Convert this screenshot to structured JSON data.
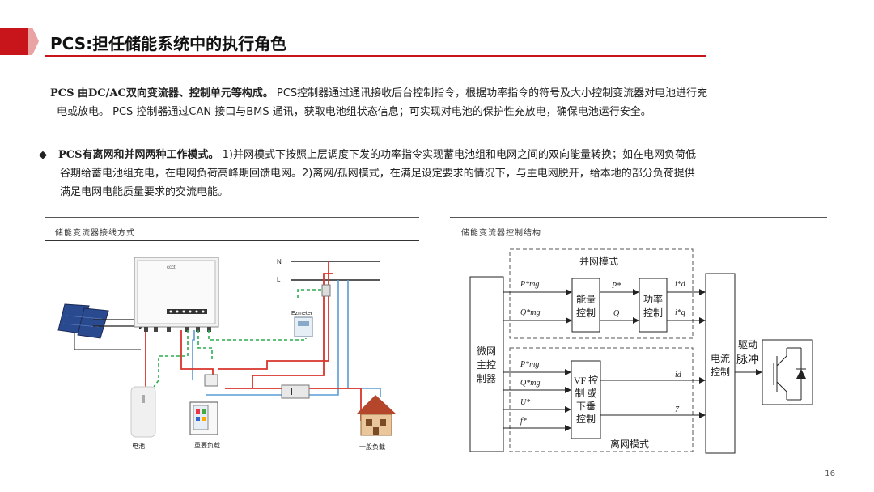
{
  "slide": {
    "title": "PCS:担任储能系统中的执行角色",
    "page_number": "16",
    "accent_color": "#c8141b"
  },
  "intro": {
    "lead": "PCS 由DC/AC双向变流器、控制单元等构成。",
    "line1_rest": " PCS控制器通过通讯接收后台控制指令，根据功率指令的符号及大小控制变流器对电池进行充",
    "line2": "电或放电。 PCS 控制器通过CAN 接口与BMS 通讯，获取电池组状态信息；可实现对电池的保护性充放电，确保电池运行安全。"
  },
  "modes": {
    "bullet": "◆",
    "lead": "PCS有离网和并网两种工作模式。",
    "line1_rest": " 1)并网模式下按照上层调度下发的功率指令实现蓄电池组和电网之间的双向能量转换；如在电网负荷低",
    "line2": "谷期给蓄电池组充电，在电网负荷高峰期回馈电网。2)离网/孤网模式，在满足设定要求的情况下，与主电网脱开，给本地的部分负荷提供",
    "line3": "满足电网电能质量要求的交流电能。"
  },
  "left_diagram": {
    "caption": "储能变流器接线方式",
    "inverter_brand": "ccct",
    "bus_n": "N",
    "bus_l": "L",
    "meter_label": "Ezmeter",
    "battery_label": "电池",
    "important_load_label": "重要负载",
    "general_load_label": "一般负载"
  },
  "right_diagram": {
    "caption": "储能变流器控制结构",
    "grid_mode_label": "并网模式",
    "island_mode_label": "离网模式",
    "microgrid_controller": [
      "微网",
      "主控",
      "制器"
    ],
    "energy_control": [
      "能量",
      "控制"
    ],
    "power_control": [
      "功率",
      "控制"
    ],
    "current_control": [
      "电流",
      "控制"
    ],
    "vf_control": [
      "VF 控",
      "制 或",
      "下垂",
      "控制"
    ],
    "drive_label": "驱动",
    "pulse_label": "脉冲",
    "sig_p_mg": "P*mg",
    "sig_q_mg": "Q*mg",
    "sig_p_star": "P*",
    "sig_q": "Q",
    "sig_id": "i*d",
    "sig_iq": "i*q",
    "sig_p_mg2": "P*mg",
    "sig_q_mg2": "Q*mg",
    "sig_u": "U*",
    "sig_f": "f*",
    "sig_id2": "id",
    "sig_7": "7"
  }
}
